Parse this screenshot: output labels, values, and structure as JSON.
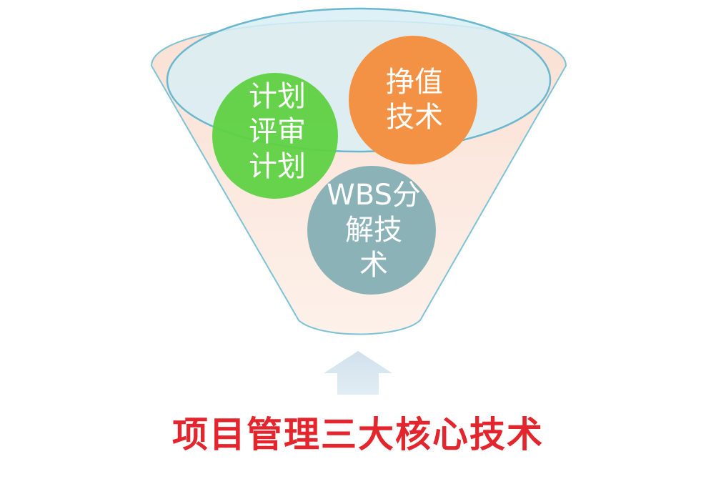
{
  "diagram": {
    "circles": [
      {
        "id": "plan-review",
        "lines": [
          "计划",
          "评审",
          "计划"
        ],
        "color": "#5fd142"
      },
      {
        "id": "earned-value",
        "lines": [
          "挣值",
          "技术"
        ],
        "color": "#f39244"
      },
      {
        "id": "wbs",
        "lines": [
          "WBS分",
          "解技",
          "术"
        ],
        "color": "#8bb2b7"
      }
    ],
    "caption": "项目管理三大核心技术",
    "colors": {
      "funnel_fill": "#fbe3d9",
      "funnel_stroke": "#7cc3d6",
      "rim_fill": "#d9eef3",
      "arrow_fill": "#d9e6ef",
      "caption": "#e3262d"
    },
    "icons": {
      "arrow": "up-arrow-icon"
    }
  }
}
